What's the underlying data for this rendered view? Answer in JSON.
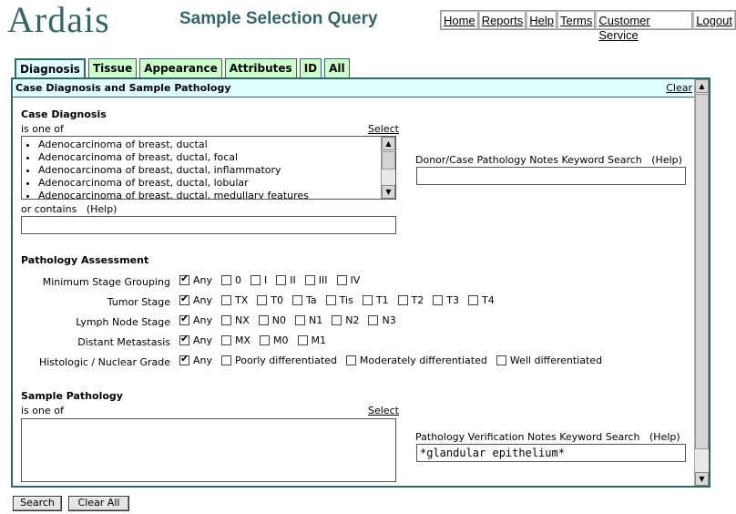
{
  "header": {
    "logo": "Ardais",
    "title": "Sample Selection Query",
    "nav": [
      "Home",
      "Reports",
      "Help",
      "Terms",
      "Customer Service",
      "Logout"
    ]
  },
  "tabs": [
    "Diagnosis",
    "Tissue",
    "Appearance",
    "Attributes",
    "ID",
    "All"
  ],
  "panel": {
    "title": "Case Diagnosis and Sample Pathology",
    "clear": "Clear"
  },
  "case_diagnosis": {
    "heading": "Case Diagnosis",
    "is_one_of": "is one of",
    "select": "Select",
    "items": [
      "Adenocarcinoma of breast, ductal",
      "Adenocarcinoma of breast, ductal, focal",
      "Adenocarcinoma of breast, ductal, inflammatory",
      "Adenocarcinoma of breast, ductal, lobular",
      "Adenocarcinoma of breast, ductal, medullary features"
    ],
    "or_contains": "or contains",
    "help": "(Help)",
    "contains_value": "",
    "notes_label": "Donor/Case Pathology Notes Keyword Search",
    "notes_help": "(Help)",
    "notes_value": ""
  },
  "pathology_assessment": {
    "heading": "Pathology Assessment",
    "rows": [
      {
        "label": "Minimum Stage Grouping",
        "options": [
          "Any",
          "0",
          "I",
          "II",
          "III",
          "IV"
        ],
        "checked": [
          true,
          false,
          false,
          false,
          false,
          false
        ]
      },
      {
        "label": "Tumor Stage",
        "options": [
          "Any",
          "TX",
          "T0",
          "Ta",
          "Tis",
          "T1",
          "T2",
          "T3",
          "T4"
        ],
        "checked": [
          true,
          false,
          false,
          false,
          false,
          false,
          false,
          false,
          false
        ]
      },
      {
        "label": "Lymph Node Stage",
        "options": [
          "Any",
          "NX",
          "N0",
          "N1",
          "N2",
          "N3"
        ],
        "checked": [
          true,
          false,
          false,
          false,
          false,
          false
        ]
      },
      {
        "label": "Distant Metastasis",
        "options": [
          "Any",
          "MX",
          "M0",
          "M1"
        ],
        "checked": [
          true,
          false,
          false,
          false
        ]
      },
      {
        "label": "Histologic / Nuclear Grade",
        "options": [
          "Any",
          "Poorly differentiated",
          "Moderately differentiated",
          "Well differentiated"
        ],
        "checked": [
          true,
          false,
          false,
          false
        ]
      }
    ]
  },
  "sample_pathology": {
    "heading": "Sample Pathology",
    "is_one_of": "is one of",
    "select": "Select",
    "notes_label": "Pathology Verification Notes Keyword Search",
    "notes_help": "(Help)",
    "notes_value": "*glandular epithelium*"
  },
  "buttons": {
    "search": "Search",
    "clear_all": "Clear All"
  }
}
